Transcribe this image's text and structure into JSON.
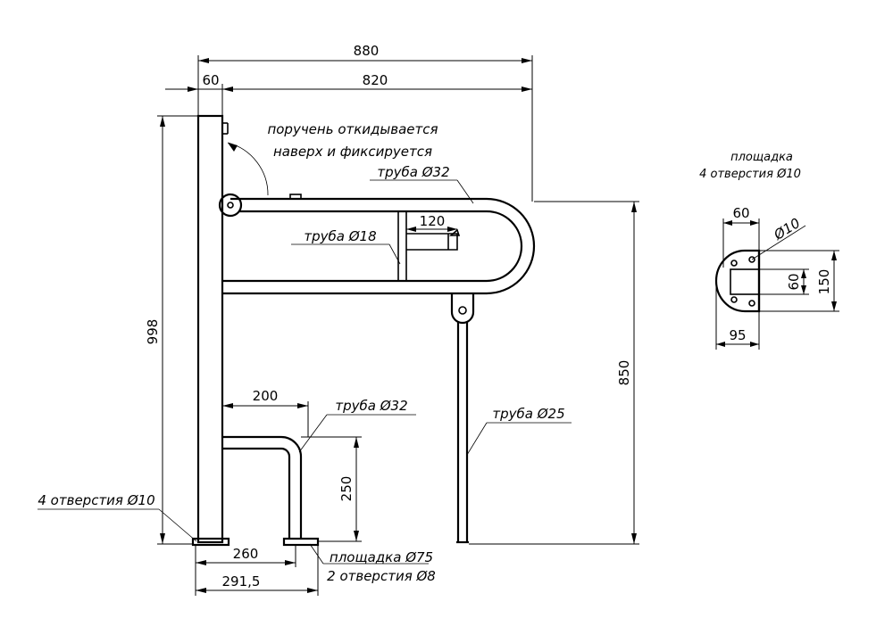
{
  "dimensions": {
    "overall_width": "880",
    "post_width": "60",
    "rail_length": "820",
    "total_height": "998",
    "rail_height": "850",
    "inner_offset": "120",
    "lower_length": "200",
    "lower_height": "250",
    "base_260": "260",
    "base_291": "291,5",
    "plate_w60": "60",
    "plate_h60": "60",
    "plate_h150": "150",
    "plate_w95": "95"
  },
  "labels": {
    "fold_note_line1": "поручень откидывается",
    "fold_note_line2": "наверх и фиксируется",
    "pipe_32_top": "труба Ø32",
    "pipe_18": "труба Ø18",
    "pipe_32_lower": "труба Ø32",
    "pipe_25": "труба Ø25",
    "holes_left": "4 отверстия Ø10",
    "pad_75": "площадка Ø75",
    "holes_8": "2 отверстия Ø8",
    "plate_title": "площадка",
    "plate_holes": "4 отверстия Ø10",
    "plate_hole_dia": "Ø10"
  }
}
